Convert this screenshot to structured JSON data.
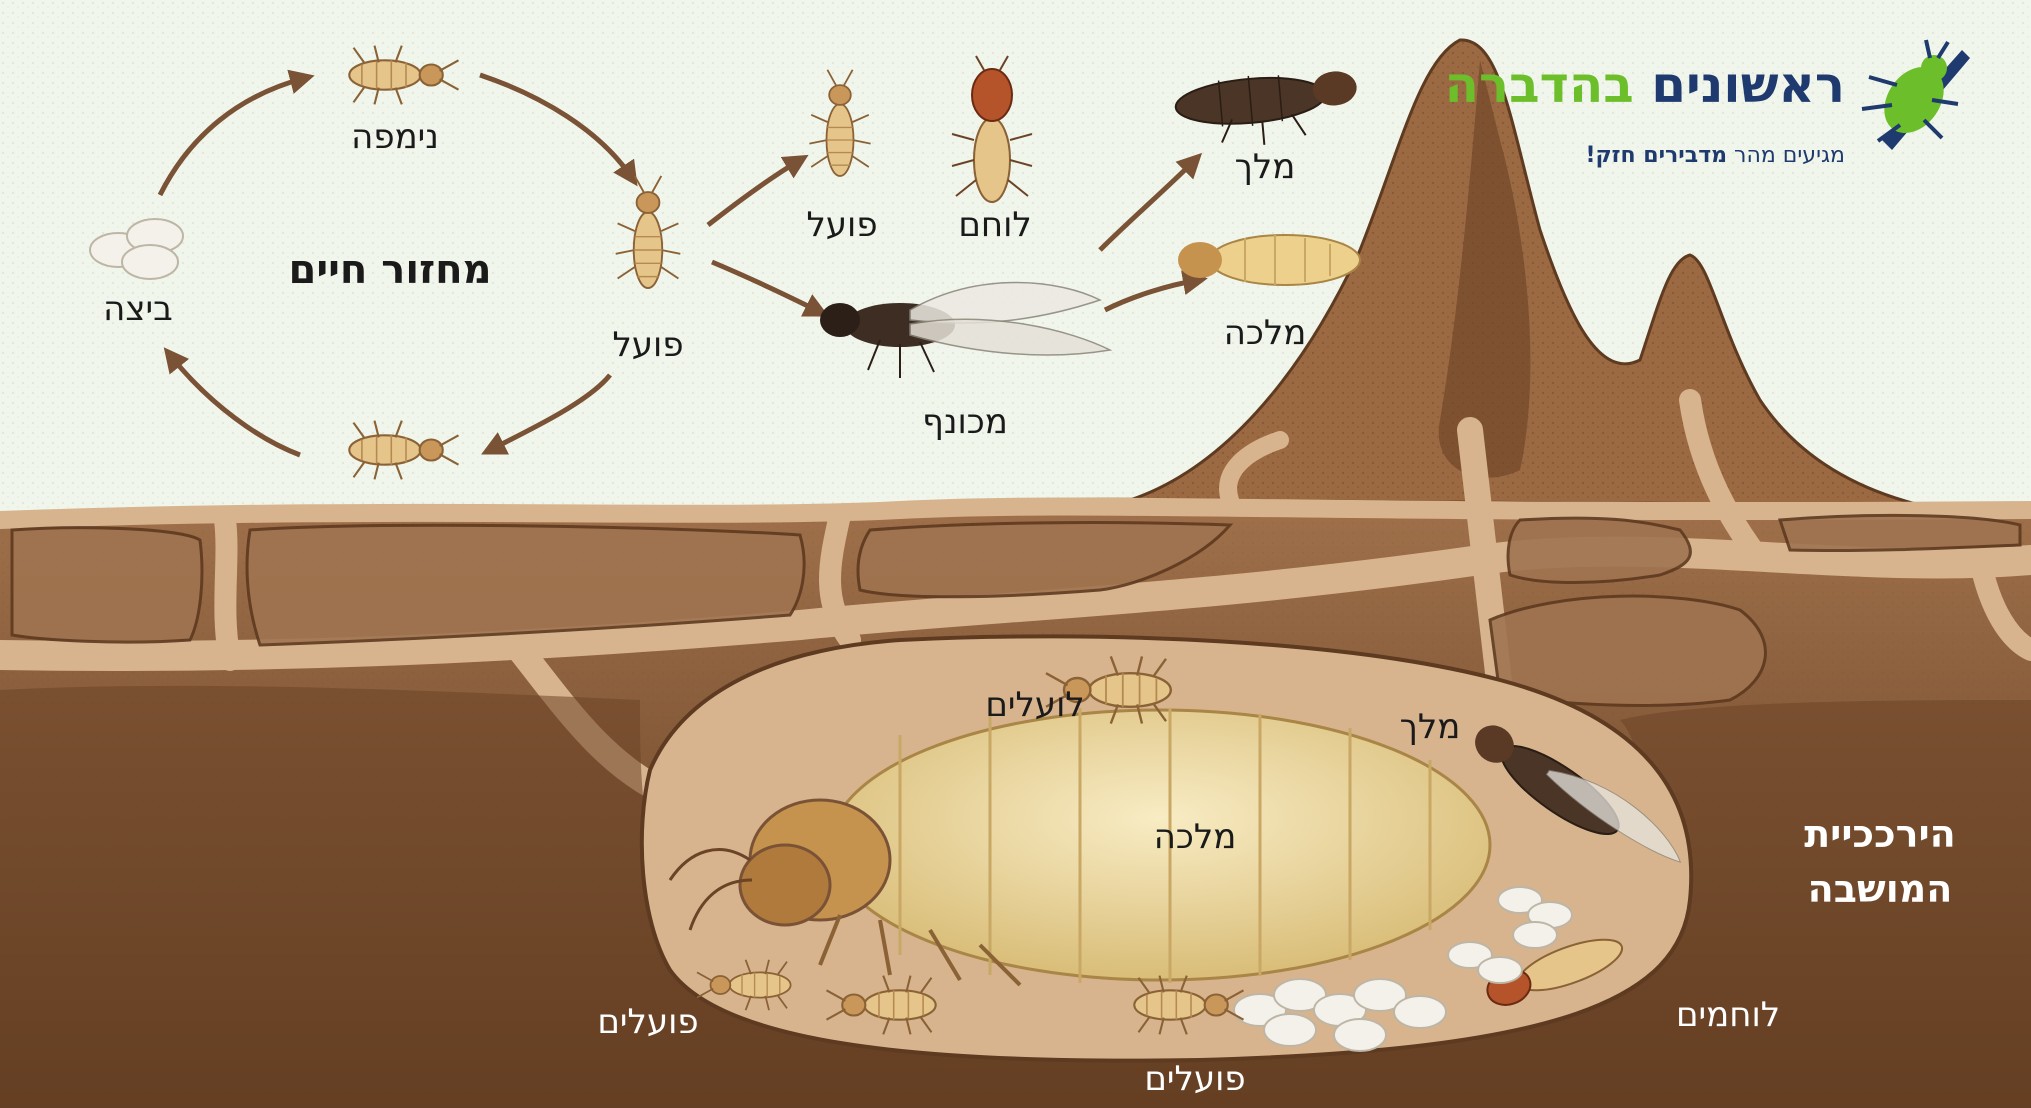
{
  "lifecycle": {
    "title": "מחזור חיים",
    "stages": {
      "egg": "ביצה",
      "nymph": "נימפה",
      "worker": "פועל"
    }
  },
  "castes": {
    "worker": "פועל",
    "soldier": "לוחם",
    "alate": "מכונף",
    "king": "מלך",
    "queen": "מלכה"
  },
  "colony": {
    "title_line1": "הירככיית",
    "title_line2": "המושבה",
    "workers_top": "לועלים",
    "king": "מלך",
    "queen": "מלכה",
    "workers_left": "פועלים",
    "workers_bottom": "פועלים",
    "soldiers": "לוחמים"
  },
  "logo": {
    "brand_part1": "ראשונים",
    "brand_part2": "בהדברה",
    "tagline_part1": "מגיעים מהר",
    "tagline_part2": "מדבירים חזק!",
    "icon": "termite-logo-icon"
  },
  "colors": {
    "sky": "#f1f6ec",
    "soil_light": "#9a6b46",
    "soil_dark": "#6b4326",
    "tunnel": "#d7b48e",
    "queen_body": "#ecd8a0",
    "brand_blue": "#1e3a6e",
    "brand_green": "#6cbf2a",
    "arrow": "#7a5236"
  }
}
